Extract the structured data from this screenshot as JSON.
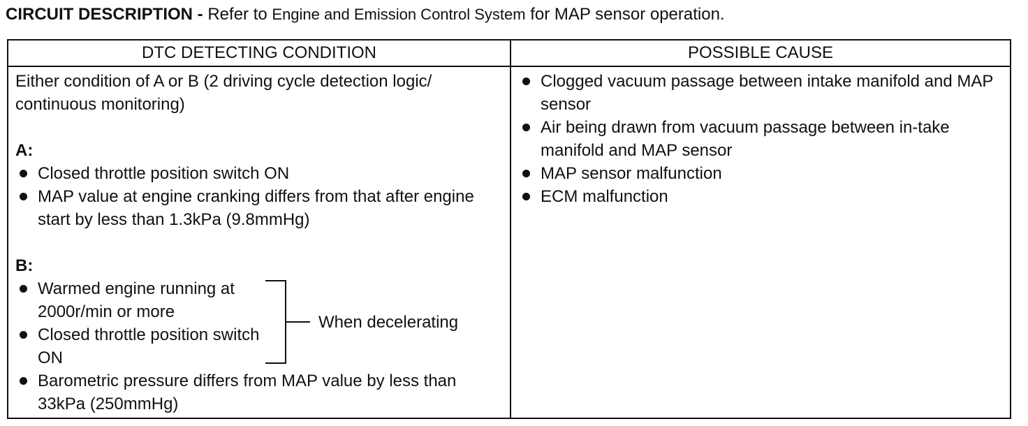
{
  "heading": {
    "bold": "CIRCUIT DESCRIPTION",
    "sep": " - ",
    "part1": "Refer to ",
    "part2": "Engine and Emission Control System",
    "part3": " for MAP sensor operation."
  },
  "table": {
    "col1_header": "DTC DETECTING CONDITION",
    "col2_header": "POSSIBLE CAUSE",
    "condition": {
      "intro": "Either condition of A or B (2 driving cycle detection logic/ continuous monitoring)",
      "a_label": "A:",
      "a_items": [
        "Closed throttle position switch ON",
        "MAP value at engine cranking differs from that after engine start by less than 1.3kPa (9.8mmHg)"
      ],
      "b_label": "B:",
      "b_bracket_items": [
        "Warmed engine running at 2000r/min or more",
        "Closed throttle position switch ON"
      ],
      "b_bracket_note": "When decelerating",
      "b_items": [
        "Barometric pressure differs from MAP value by less than 33kPa (250mmHg)"
      ]
    },
    "causes": [
      "Clogged vacuum passage between intake manifold and MAP sensor",
      "Air being drawn from vacuum passage between in-take manifold and MAP sensor",
      "MAP sensor malfunction",
      "ECM malfunction"
    ]
  }
}
